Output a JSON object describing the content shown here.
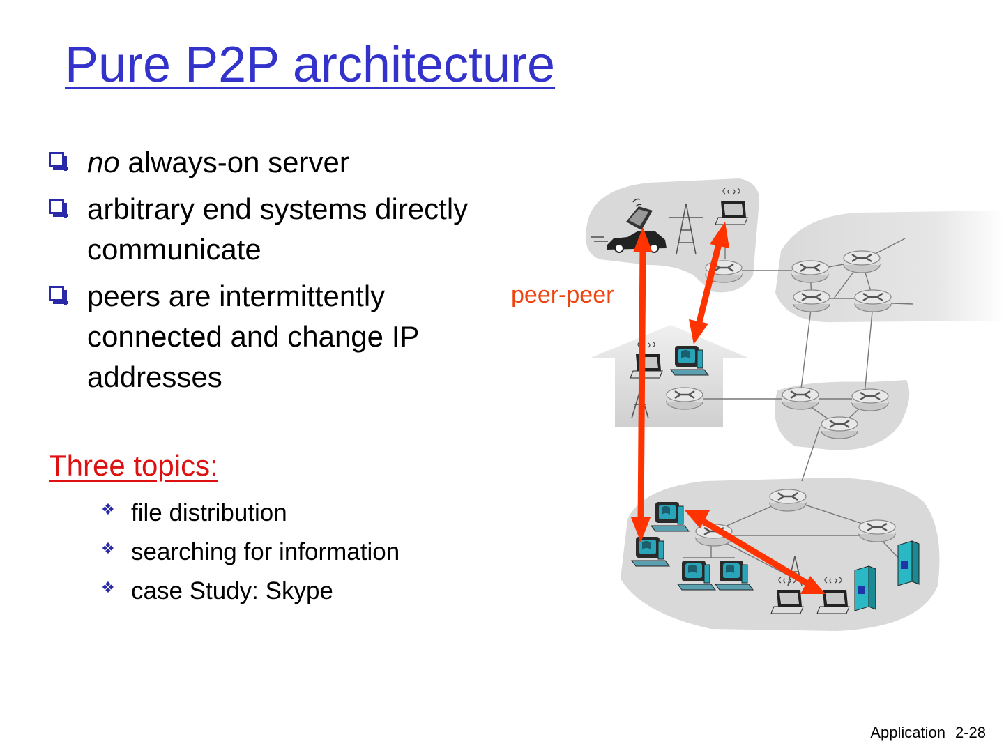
{
  "slide": {
    "title": "Pure P2P architecture",
    "bullets": [
      {
        "emph": "no",
        "text": " always-on server"
      },
      {
        "emph": "",
        "text": "arbitrary end systems directly communicate"
      },
      {
        "emph": "",
        "text": "peers are intermittently connected and change IP addresses"
      }
    ],
    "topics_heading": "Three topics:",
    "topics": [
      "file distribution",
      "searching for information",
      "case Study: Skype"
    ],
    "diagram_label": "peer-peer",
    "footer": {
      "section": "Application",
      "page": "2-28"
    }
  },
  "colors": {
    "title": "#3333cc",
    "bullet_marker": "#2a2aa8",
    "topics_heading": "#dd1111",
    "arrow": "#ff3300",
    "network_cloud": "#d9d9d9"
  }
}
